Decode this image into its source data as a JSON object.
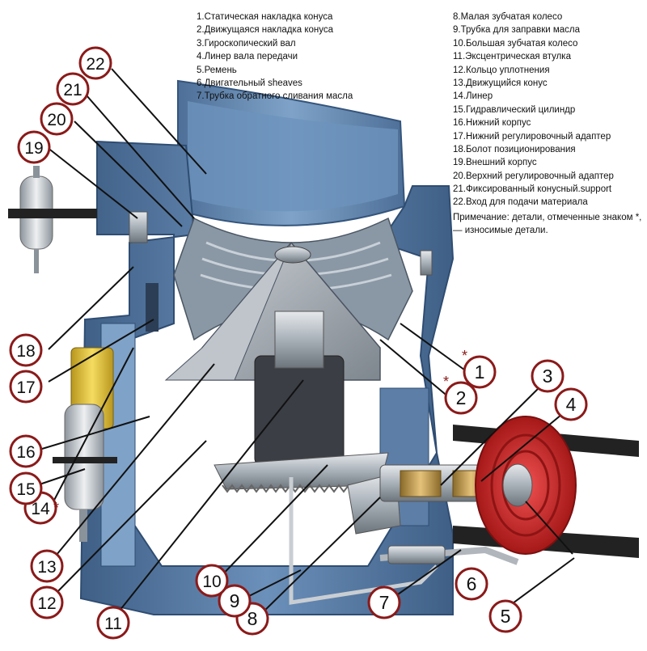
{
  "legend_left": [
    "1.Статическая накладка конуса",
    "2.Движущаяся накладка конуса",
    "3.Гироскопический вал",
    "4.Линер вала передачи",
    "5.Ремень",
    "6.Двигательный sheaves",
    "7.Трубка обратного сливания масла"
  ],
  "legend_right": [
    "8.Малая зубчатая колесо",
    "9.Трубка для заправки масла",
    "10.Большая зубчатая колесо",
    "11.Эксцентрическая втулка",
    "12.Кольцо уплотнения",
    "13.Движущийся конус",
    "14.Линер",
    "15.Гидравлический цилиндр",
    "16.Нижний корпус",
    "17.Нижний регулировочный адаптер",
    "18.Болот позиционирования",
    "19.Внешний корпус",
    "20.Верхний регулировочный адаптер",
    "21.Фиксированный конусный.support",
    "22.Вход для подачи материала"
  ],
  "note_lines": [
    "Примечание: детали, отмеченные знаком *,",
    "— износимые детали."
  ],
  "callouts": [
    {
      "num": "1",
      "star": true
    },
    {
      "num": "2",
      "star": true
    },
    {
      "num": "3",
      "star": false
    },
    {
      "num": "4",
      "star": false
    },
    {
      "num": "5",
      "star": false
    },
    {
      "num": "6",
      "star": false
    },
    {
      "num": "7",
      "star": false
    },
    {
      "num": "8",
      "star": false
    },
    {
      "num": "9",
      "star": false
    },
    {
      "num": "10",
      "star": false
    },
    {
      "num": "11",
      "star": false
    },
    {
      "num": "12",
      "star": false
    },
    {
      "num": "13",
      "star": false
    },
    {
      "num": "14",
      "star": true
    },
    {
      "num": "15",
      "star": false
    },
    {
      "num": "16",
      "star": false
    },
    {
      "num": "17",
      "star": false
    },
    {
      "num": "18",
      "star": false
    },
    {
      "num": "19",
      "star": false
    },
    {
      "num": "20",
      "star": false
    },
    {
      "num": "21",
      "star": false
    },
    {
      "num": "22",
      "star": false
    }
  ],
  "star_symbol": "*",
  "colors": {
    "housing": "#5b7fa8",
    "housing_dark": "#3f5f86",
    "liner": "#9aa6b2",
    "sheave": "#d62a2a",
    "cylinder": "#f0d040",
    "callout": "#8b1a1a"
  }
}
